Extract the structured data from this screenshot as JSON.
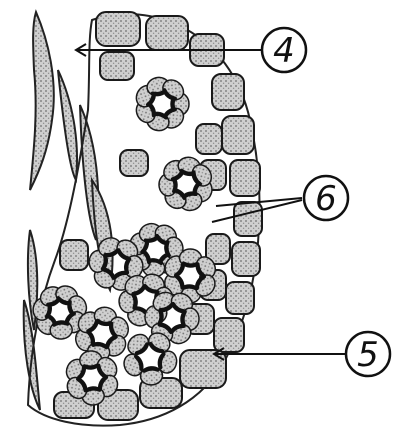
{
  "labels": [
    {
      "id": "label-4",
      "text": "4"
    },
    {
      "id": "label-6",
      "text": "6"
    },
    {
      "id": "label-5",
      "text": "5"
    }
  ]
}
